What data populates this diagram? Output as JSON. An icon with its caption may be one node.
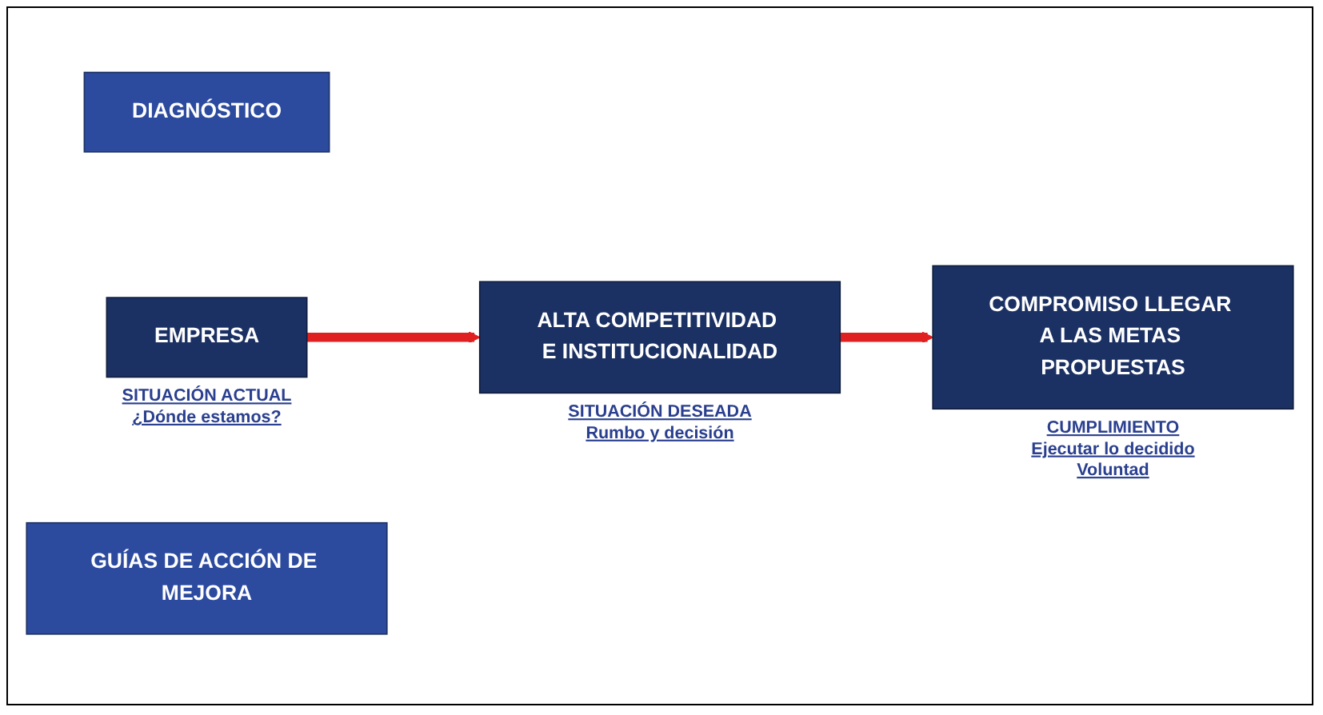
{
  "diagram": {
    "nodes": [
      {
        "text": [
          "DIAGNÓSTICO"
        ]
      },
      {
        "text": [
          "EMPRESA"
        ],
        "beside": [
          "SITUACIÓN ACTUAL",
          "¿Dónde estamos?"
        ]
      },
      {
        "text": [
          "GUÍAS DE ACCIÓN DE MEJORA"
        ]
      },
      {
        "text": [
          "ALTA COMPETITIVIDAD E INSTITUCIONALIDAD"
        ],
        "beside": [
          "SITUACIÓN DESEADA",
          "Rumbo y decisión"
        ]
      },
      {
        "text": [
          "COMPROMISO LLEGAR A LAS METAS PROPUESTAS"
        ],
        "beside": [
          "CUMPLIMIENTO",
          "Ejecutar lo decidido",
          "Voluntad"
        ]
      }
    ],
    "edges": [
      {
        "from": 1,
        "to": 3,
        "arrow": "to"
      },
      {
        "from": 3,
        "to": 4,
        "arrow": "to"
      }
    ]
  }
}
